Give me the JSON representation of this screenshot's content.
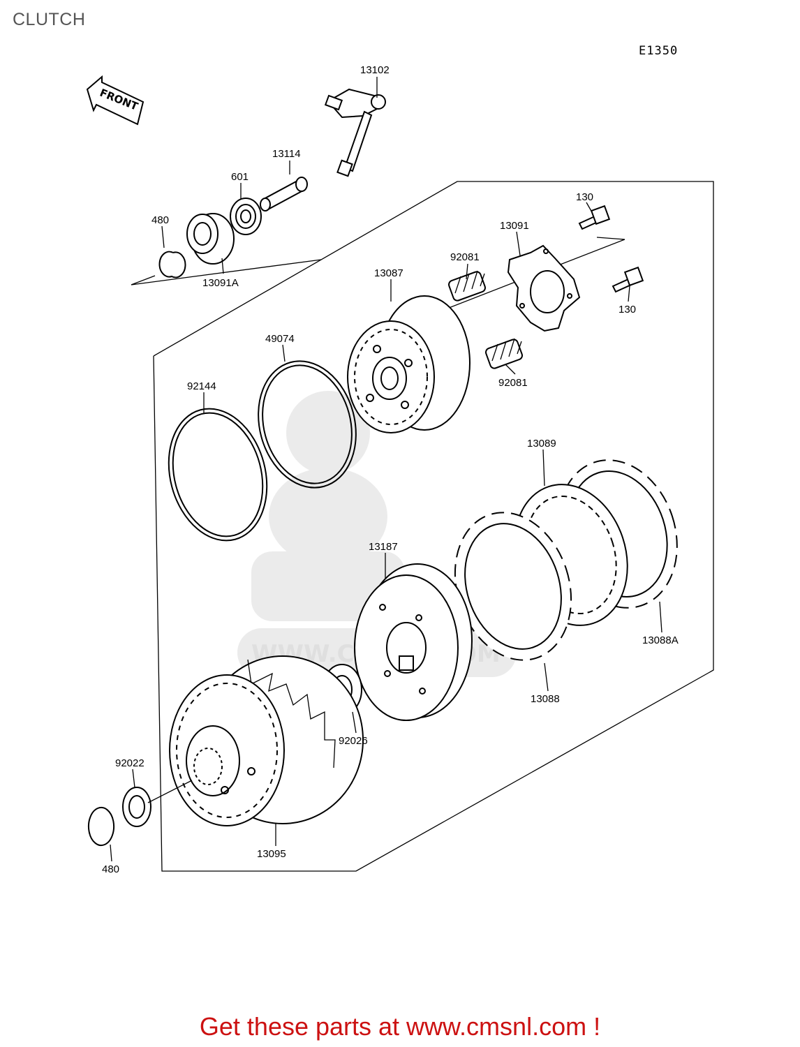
{
  "title": "CLUTCH",
  "diagram_code": "E1350",
  "front_label": "FRONT",
  "footer": "Get these parts at www.cmsnl.com !",
  "watermark_text": "WWW.CMSNL.COM",
  "parts": [
    {
      "id": "p13102",
      "label": "13102"
    },
    {
      "id": "p13114",
      "label": "13114"
    },
    {
      "id": "p601",
      "label": "601"
    },
    {
      "id": "p480a",
      "label": "480"
    },
    {
      "id": "p13091A",
      "label": "13091A"
    },
    {
      "id": "p130a",
      "label": "130"
    },
    {
      "id": "p13091",
      "label": "13091"
    },
    {
      "id": "p92081a",
      "label": "92081"
    },
    {
      "id": "p13087",
      "label": "13087"
    },
    {
      "id": "p130b",
      "label": "130"
    },
    {
      "id": "p49074",
      "label": "49074"
    },
    {
      "id": "p92144",
      "label": "92144"
    },
    {
      "id": "p92081b",
      "label": "92081"
    },
    {
      "id": "p13089",
      "label": "13089"
    },
    {
      "id": "p13187",
      "label": "13187"
    },
    {
      "id": "p13088A",
      "label": "13088A"
    },
    {
      "id": "p13088",
      "label": "13088"
    },
    {
      "id": "p92026",
      "label": "92026"
    },
    {
      "id": "p92022",
      "label": "92022"
    },
    {
      "id": "p13095",
      "label": "13095"
    },
    {
      "id": "p480b",
      "label": "480"
    }
  ]
}
